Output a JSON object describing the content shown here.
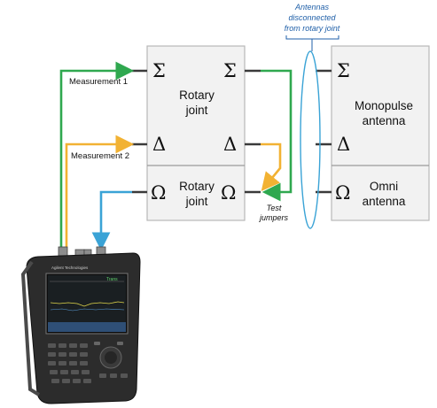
{
  "diagram": {
    "annotation_top": [
      "Antennas",
      "disconnected",
      "from rotary joint"
    ],
    "measurement_1": "Measurement 1",
    "measurement_2": "Measurement 2",
    "rotary_joint_upper": [
      "Rotary",
      "joint"
    ],
    "rotary_joint_lower": [
      "Rotary",
      "joint"
    ],
    "monopulse_antenna": [
      "Monopulse",
      "antenna"
    ],
    "omni_antenna": [
      "Omni",
      "antenna"
    ],
    "test_jumpers": [
      "Test",
      "jumpers"
    ],
    "sym_sigma": "Σ",
    "sym_delta": "Δ",
    "sym_omega": "Ω"
  },
  "analyzer": {
    "brand": "Agilent Technologies",
    "screen_tag": "Trans"
  },
  "colors": {
    "measurement_1": "#2fa84f",
    "measurement_2": "#f2b233",
    "omni_path": "#3aa3d6",
    "annotation": "#1f5fa8"
  }
}
